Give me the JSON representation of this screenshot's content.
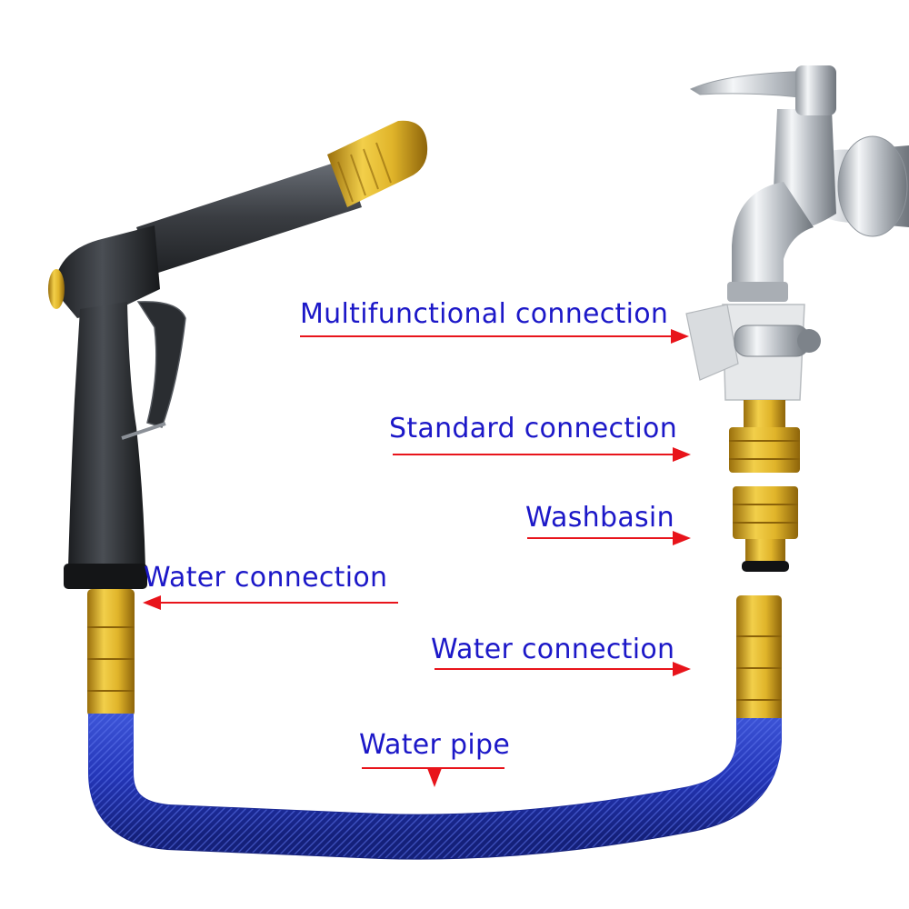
{
  "colors": {
    "label_text": "#1c18c8",
    "arrow": "#e8141b",
    "hose": "#2436b8",
    "brass": "#d9a91e",
    "gun_body": "#2f3236",
    "chrome": "#c4c8cd",
    "background": "#ffffff"
  },
  "labels": {
    "multifunctional": "Multifunctional connection",
    "standard": "Standard connection",
    "washbasin": "Washbasin",
    "water_connection_left": "Water connection",
    "water_connection_right": "Water connection",
    "water_pipe": "Water pipe"
  },
  "icons": {
    "spray_gun": "spray-gun-icon",
    "faucet": "faucet-icon",
    "hose": "hose-icon"
  }
}
